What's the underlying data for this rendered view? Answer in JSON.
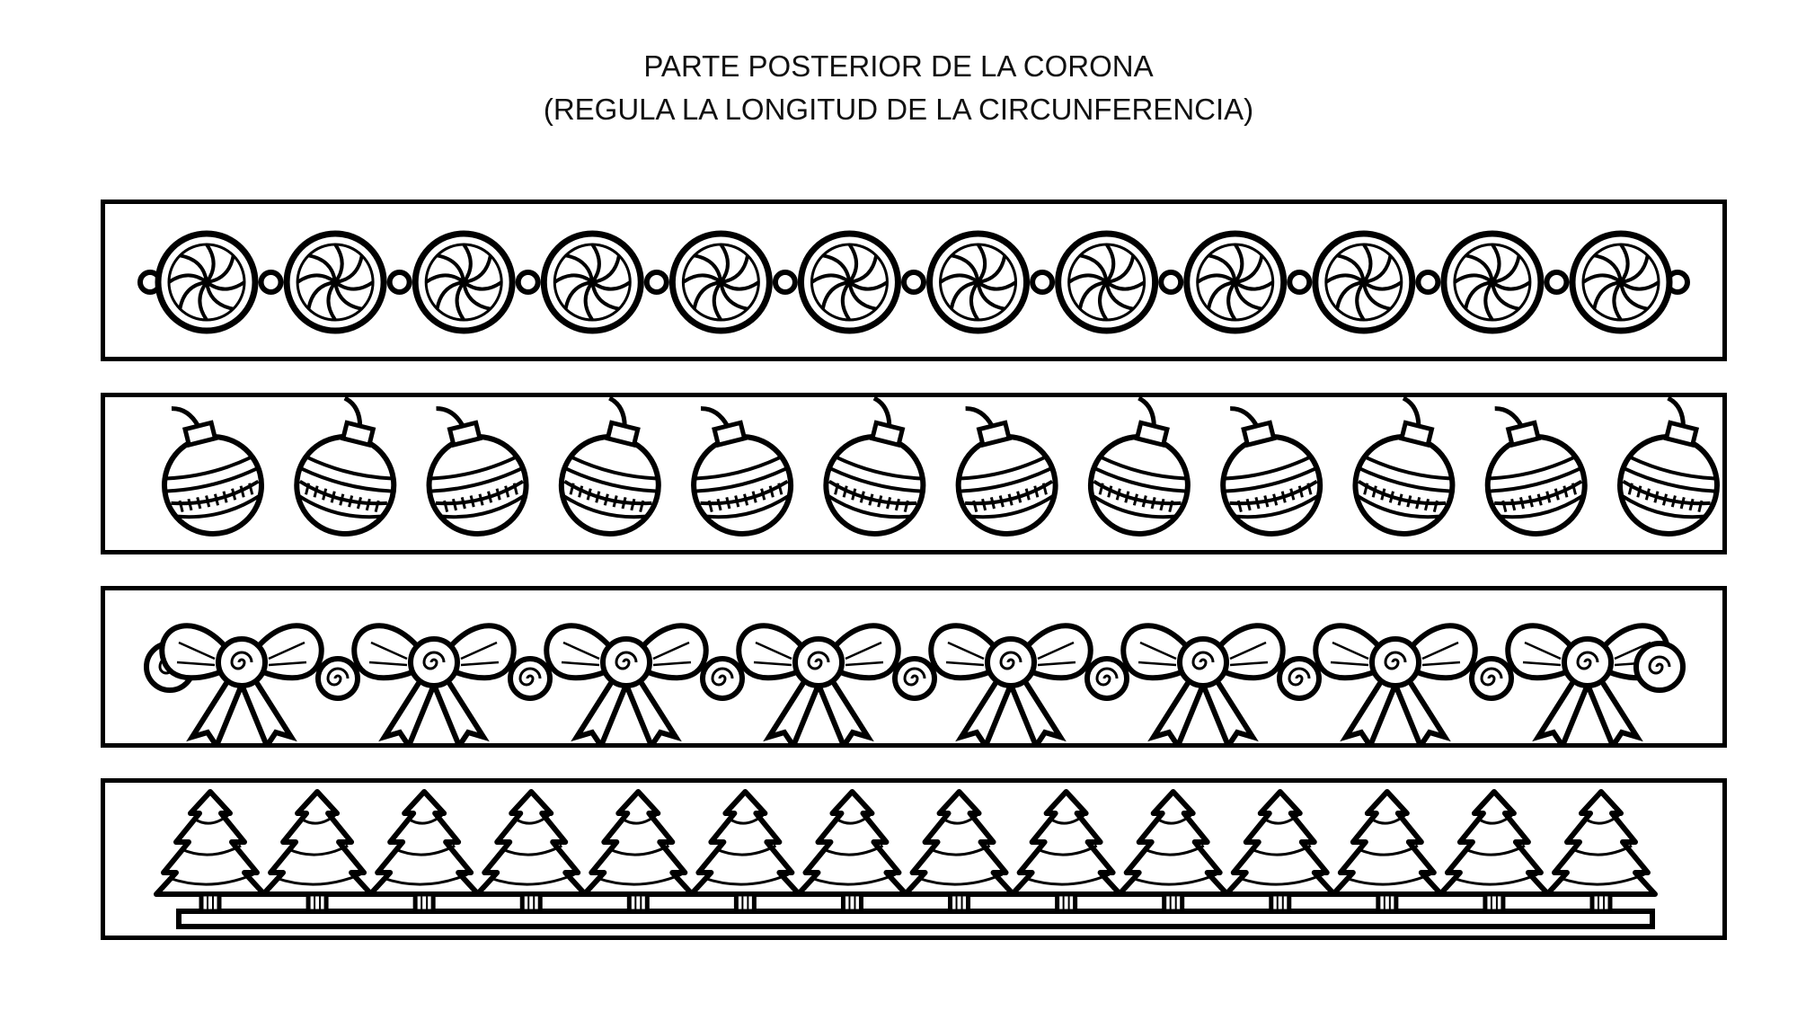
{
  "page": {
    "title_line1": "PARTE POSTERIOR DE LA CORONA",
    "title_line2": "(REGULA LA LONGITUD DE LA CIRCUNFERENCIA)"
  },
  "strips": [
    {
      "name": "peppermint-candy-strip",
      "icon": "peppermint-candy-icon",
      "count": 12
    },
    {
      "name": "christmas-ornament-strip",
      "icon": "christmas-ornament-icon",
      "count": 12
    },
    {
      "name": "bow-strip",
      "icon": "bow-icon",
      "count": 8
    },
    {
      "name": "christmas-tree-strip",
      "icon": "christmas-tree-icon",
      "count": 14
    }
  ],
  "colors": {
    "ink": "#000000",
    "paper": "#ffffff"
  }
}
